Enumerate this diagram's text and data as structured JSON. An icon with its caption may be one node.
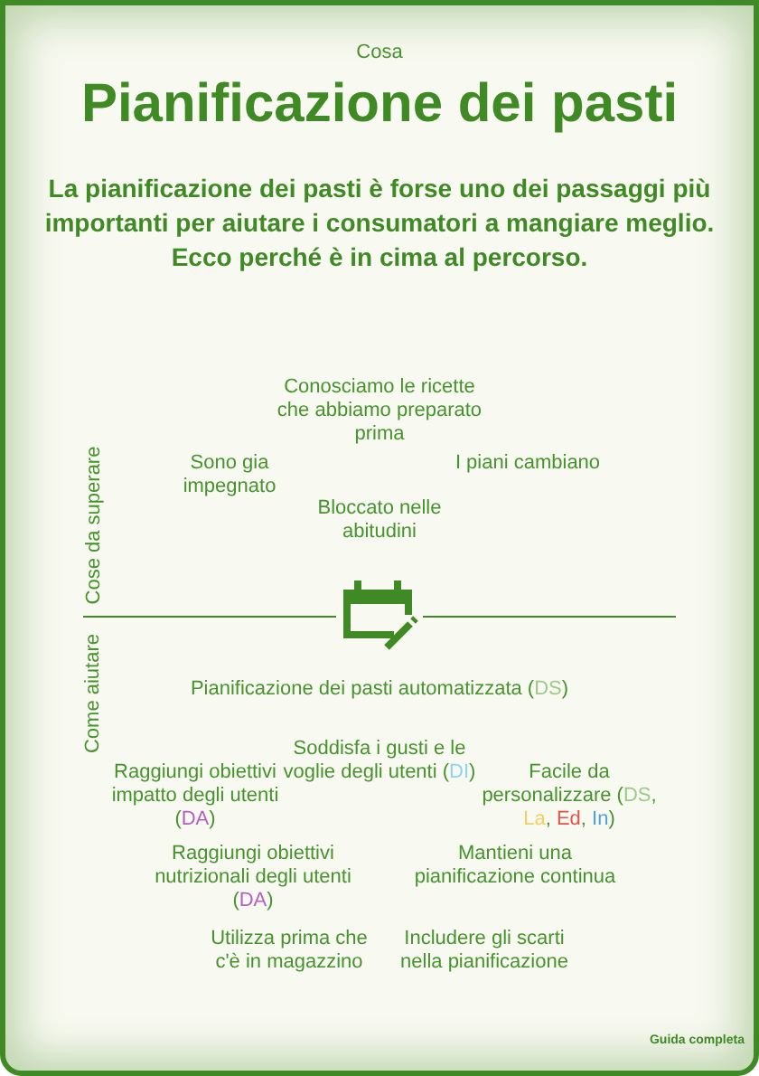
{
  "diagram": {
    "title": "Pianificazione dei pasti",
    "labels": [
      "Cosa",
      "La pianificazione dei pasti è forse uno dei passaggi più importanti per aiutare i consumatori a mangiare meglio. Ecco perché è in cima al percorso.",
      "Conosciamo le ricette che abbiamo preparato prima",
      "Sono gia impegnato",
      "I piani cambiano",
      "Bloccato nelle abitudini",
      "Cose da superare",
      "Pianificazione dei pasti automatizzata (DS)",
      "Come aiutare",
      "Soddisfa i gusti e le voglie degli utenti (DI)",
      "Raggiungi obiettivi impatto degli utenti (DA)",
      "Facile da personalizzare (DS, La, Ed, In)",
      "Raggiungi obiettivi nutrizionali degli utenti (DA)",
      "Mantieni una pianificazione continua",
      "Utilizza prima che c'è in magazzino",
      "Includere gli scarti nella pianificazione",
      "Guida completa"
    ]
  }
}
